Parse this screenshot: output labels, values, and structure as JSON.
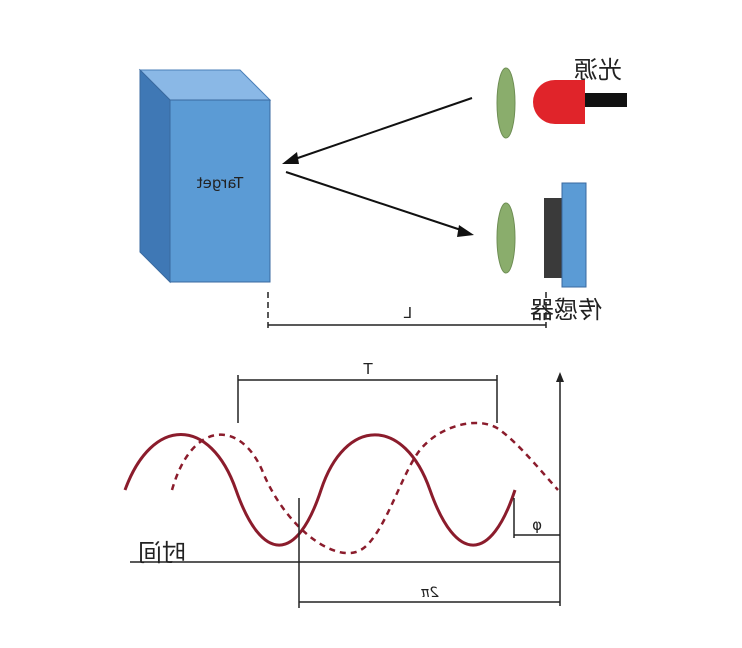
{
  "labels": {
    "target": "Target",
    "light_source": "光源",
    "sensor": "传感器",
    "distance": "L",
    "period": "T",
    "phase": "φ",
    "time_axis": "时间",
    "two_pi": "2π"
  },
  "colors": {
    "box_front": "#5b9bd5",
    "box_side": "#3f78b5",
    "box_top": "#8ab8e6",
    "lens": "#8aad6c",
    "source_red": "#e0242a",
    "source_black": "#111111",
    "sensor_black": "#3a3a3a",
    "sensor_blue": "#5b9bd5",
    "wave": "#8b1c2c",
    "arrows": "#111111"
  },
  "waves": {
    "emitted": "solid",
    "received": "dashed"
  }
}
